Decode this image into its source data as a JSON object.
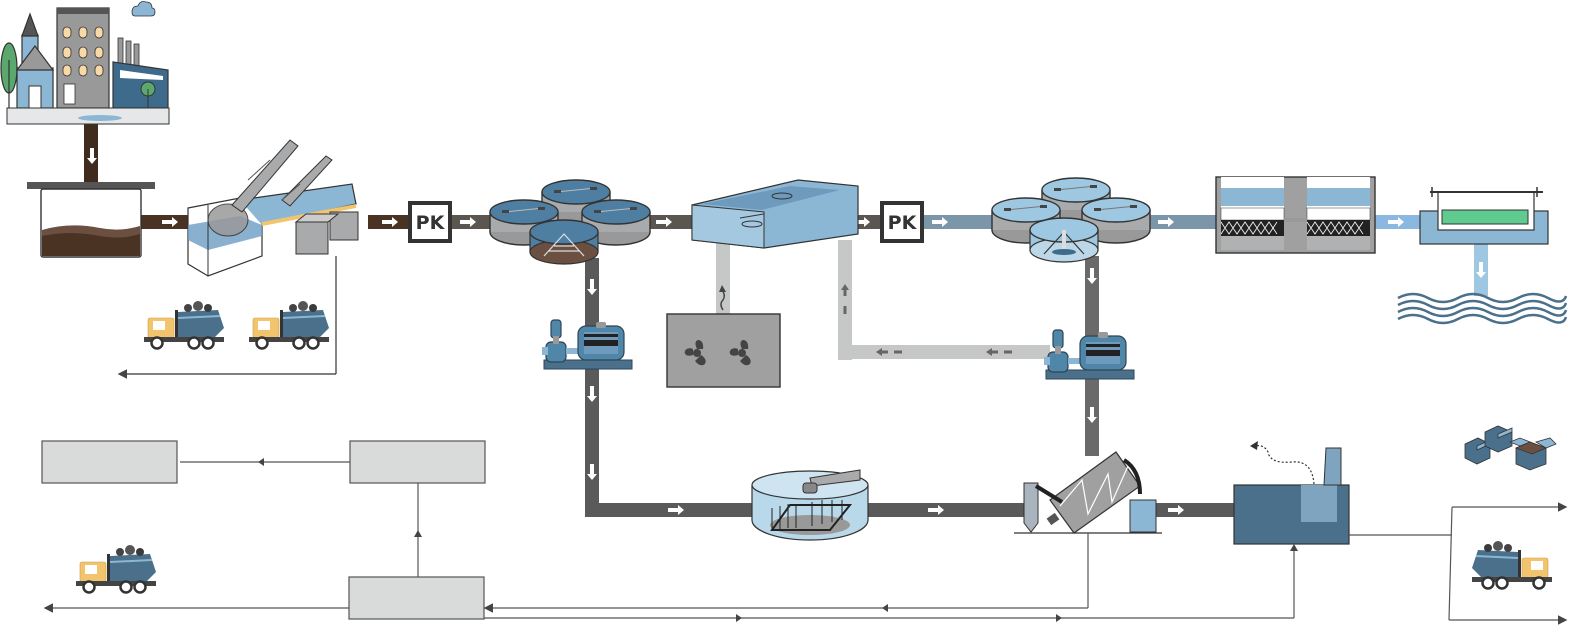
{
  "diagram": {
    "title": "",
    "stages": [
      {
        "id": "city",
        "label": "",
        "kind": "wastewater-source"
      },
      {
        "id": "inlet-tank",
        "label": "",
        "kind": "pump-sump"
      },
      {
        "id": "screens",
        "label": "",
        "kind": "screening-grit"
      },
      {
        "id": "pk1",
        "label": "PK"
      },
      {
        "id": "primary-clarifiers",
        "label": "",
        "kind": "primary-settling"
      },
      {
        "id": "aeration",
        "label": "",
        "kind": "activated-sludge-tank"
      },
      {
        "id": "pk2",
        "label": "PK"
      },
      {
        "id": "secondary-clarifiers",
        "label": "",
        "kind": "secondary-settling"
      },
      {
        "id": "filter",
        "label": "",
        "kind": "sand-filter"
      },
      {
        "id": "uv",
        "label": "",
        "kind": "disinfection"
      },
      {
        "id": "river",
        "label": "",
        "kind": "receiving-water"
      },
      {
        "id": "blowers",
        "label": "",
        "kind": "air-blowers"
      },
      {
        "id": "thickener",
        "label": "",
        "kind": "sludge-thickener"
      },
      {
        "id": "dewatering",
        "label": "",
        "kind": "screw-press"
      },
      {
        "id": "incinerator",
        "label": "",
        "kind": "sludge-treatment"
      }
    ],
    "blank_boxes": [
      {
        "id": "box-top-left",
        "label": ""
      },
      {
        "id": "box-top-right",
        "label": ""
      },
      {
        "id": "box-bottom",
        "label": ""
      }
    ],
    "colors": {
      "raw_sewage": "#4a3323",
      "primary_pipe": "#5b5650",
      "sludge_pipe": "#5a5a5a",
      "treated_pipe": "#7b95a9",
      "clean_pipe": "#8ab8e0",
      "air_pipe": "#c6c7c7",
      "equipment_blue": "#4a708c",
      "light_blue": "#8cb7d4",
      "truck_yellow": "#f2c46d",
      "filter_green": "#5fcb8f",
      "box_gray": "#d9dada"
    }
  }
}
